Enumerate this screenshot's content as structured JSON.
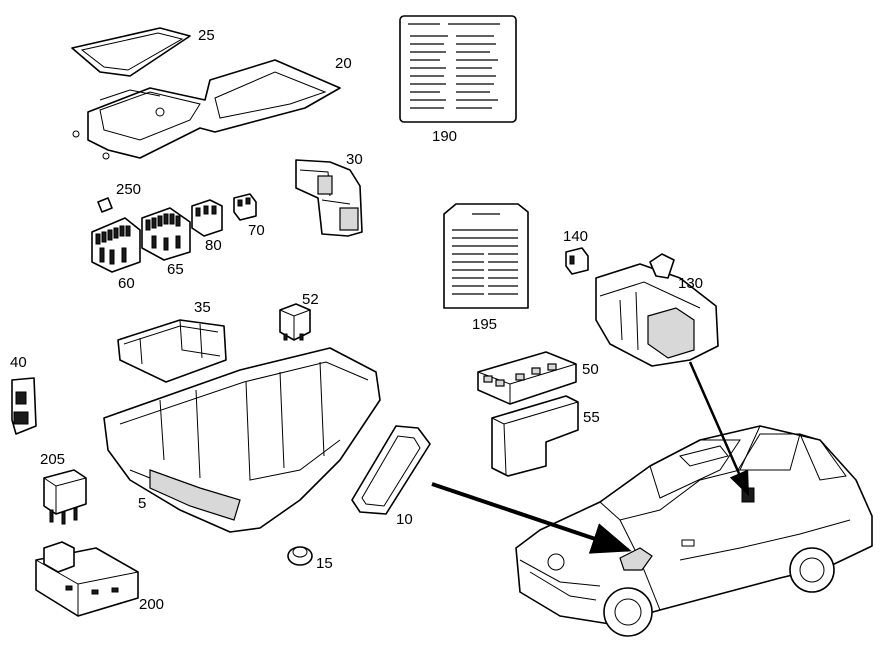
{
  "callouts": {
    "c25": "25",
    "c20": "20",
    "c190": "190",
    "c30": "30",
    "c250": "250",
    "c80": "80",
    "c70": "70",
    "c60": "60",
    "c65": "65",
    "c140": "140",
    "c195": "195",
    "c130": "130",
    "c35": "35",
    "c52": "52",
    "c40": "40",
    "c50": "50",
    "c55": "55",
    "c205": "205",
    "c5": "5",
    "c10": "10",
    "c15": "15",
    "c200": "200"
  }
}
